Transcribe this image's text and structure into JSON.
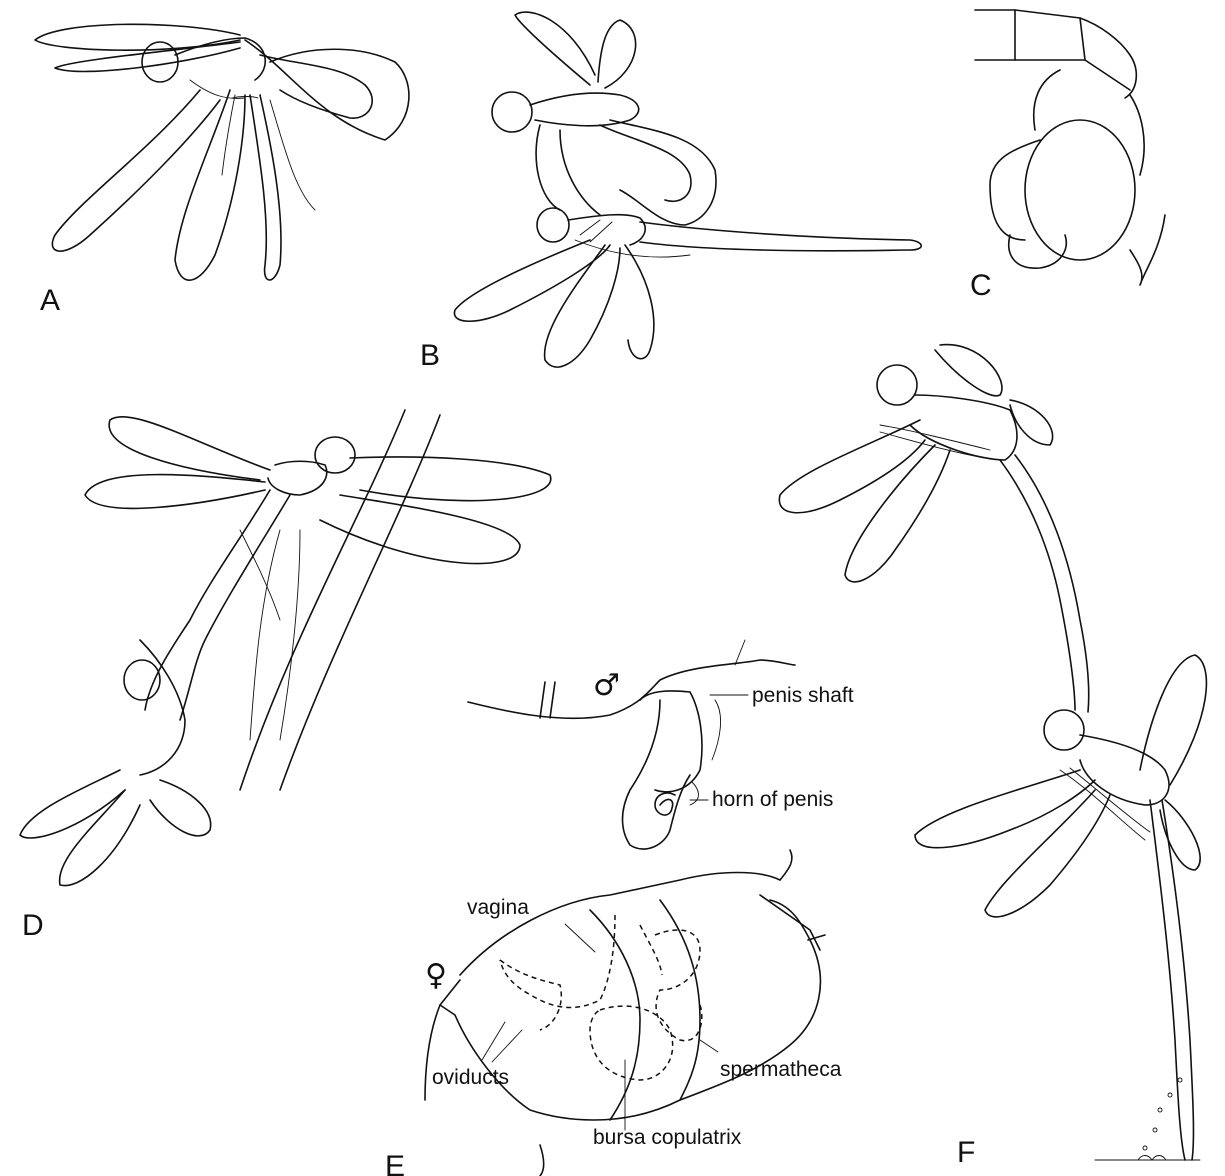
{
  "panels": {
    "a": "A",
    "b": "B",
    "c": "C",
    "d": "D",
    "e": "E",
    "f": "F"
  },
  "annotations": {
    "male_symbol": "♂",
    "female_symbol": "♀",
    "penis_shaft": "penis shaft",
    "horn_of_penis": "horn of penis",
    "vagina": "vagina",
    "oviducts": "oviducts",
    "spermatheca": "spermatheca",
    "bursa_copulatrix": "bursa copulatrix"
  }
}
